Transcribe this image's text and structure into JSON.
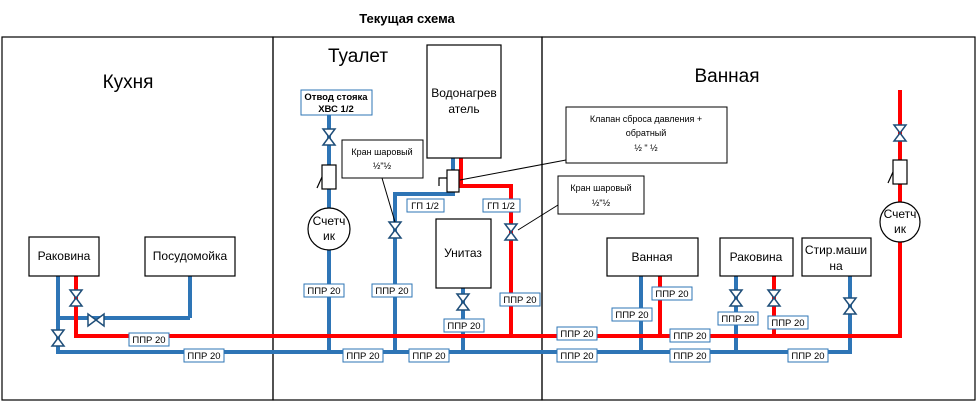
{
  "title": "Текущая схема",
  "rooms": {
    "kitchen": "Кухня",
    "toilet": "Туалет",
    "bathroom": "Ванная"
  },
  "fixtures": {
    "sink_kitchen": "Раковина",
    "dishwasher": "Посудомойка",
    "water_heater_line1": "Водонагрев",
    "water_heater_line2": "атель",
    "wc": "Унитаз",
    "bath": "Ванная",
    "sink_bath": "Раковина",
    "washer_line1": "Стир.маши",
    "washer_line2": "на",
    "meter_toilet_line1": "Счетч",
    "meter_toilet_line2": "ик",
    "meter_bath_line1": "Счетч",
    "meter_bath_line2": "ик"
  },
  "callouts": {
    "riser_branch_line1": "Отвод стояка",
    "riser_branch_line2": "ХВС 1/2",
    "ball_valve_1_line1": "Кран шаровый",
    "ball_valve_1_line2": "½\"½",
    "ball_valve_2_line1": "Кран шаровый",
    "ball_valve_2_line2": "½\"½",
    "relief_valve_line1": "Клапан сброса давления +",
    "relief_valve_line2": "обратный",
    "relief_valve_line3": "½ \" ½"
  },
  "pipe_labels": {
    "ppr20": "ППР 20",
    "gp12": "ГП 1/2"
  },
  "colors": {
    "cold_pipe": "#2e75b6",
    "hot_pipe": "#ff0000"
  }
}
